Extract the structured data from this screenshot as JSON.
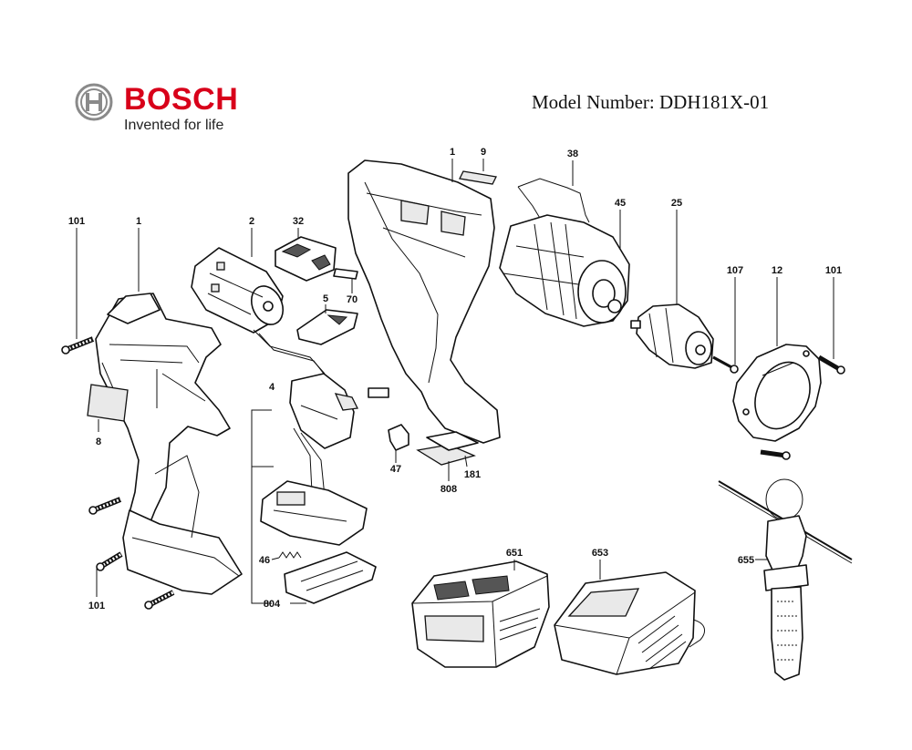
{
  "header": {
    "brand": "BOSCH",
    "tagline": "Invented for life",
    "model_label": "Model Number:",
    "model_number": "DDH181X-01"
  },
  "callouts": {
    "screw_101_top_left": "101",
    "housing_left_1": "1",
    "label_8": "8",
    "screw_101_bottom_left": "101",
    "motor_2": "2",
    "brush_32": "32",
    "clip_70": "70",
    "pad_5": "5",
    "switch_4": "4",
    "spring_46": "46",
    "contact_804": "804",
    "housing_right_1": "1",
    "plate_9": "9",
    "pad_47": "47",
    "label_808": "808",
    "label_181": "181",
    "wire_38": "38",
    "gearbox_45": "45",
    "chuck_25": "25",
    "screw_107": "107",
    "ring_12": "12",
    "screw_101_right": "101",
    "handle_655": "655",
    "battery_651": "651",
    "charger_653": "653"
  }
}
